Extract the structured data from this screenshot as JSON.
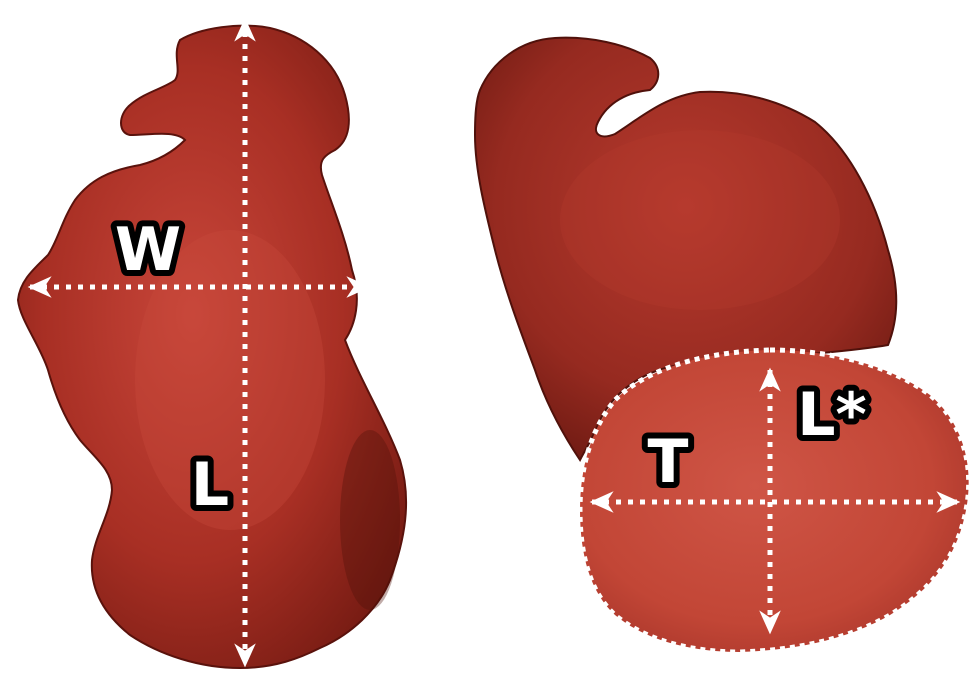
{
  "labels": {
    "width": "W",
    "length": "L",
    "thickness": "T",
    "length_star": "L*"
  },
  "colors": {
    "tissue_base": "#9e2a20",
    "tissue_light": "#c23d30",
    "tissue_dark": "#6e1810",
    "cut_face": "#c54a3d",
    "measure_line": "#ffffff",
    "label_fill": "#ffffff",
    "label_outline": "#000000",
    "background": "#ffffff"
  }
}
